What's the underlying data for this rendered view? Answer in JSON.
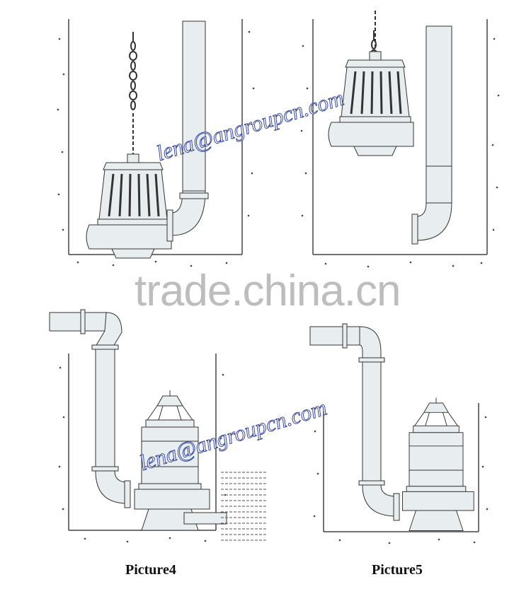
{
  "captions": {
    "picture4": "Picture4",
    "picture5": "Picture5"
  },
  "watermarks": {
    "email": "lena@angroupcn.com",
    "site": "trade.china.cn"
  },
  "colors": {
    "pump_fill": "#e8eef0",
    "line": "#333333",
    "watermark_stroke": "#3a4aa0",
    "watermark_text": "#bdbdbd"
  }
}
